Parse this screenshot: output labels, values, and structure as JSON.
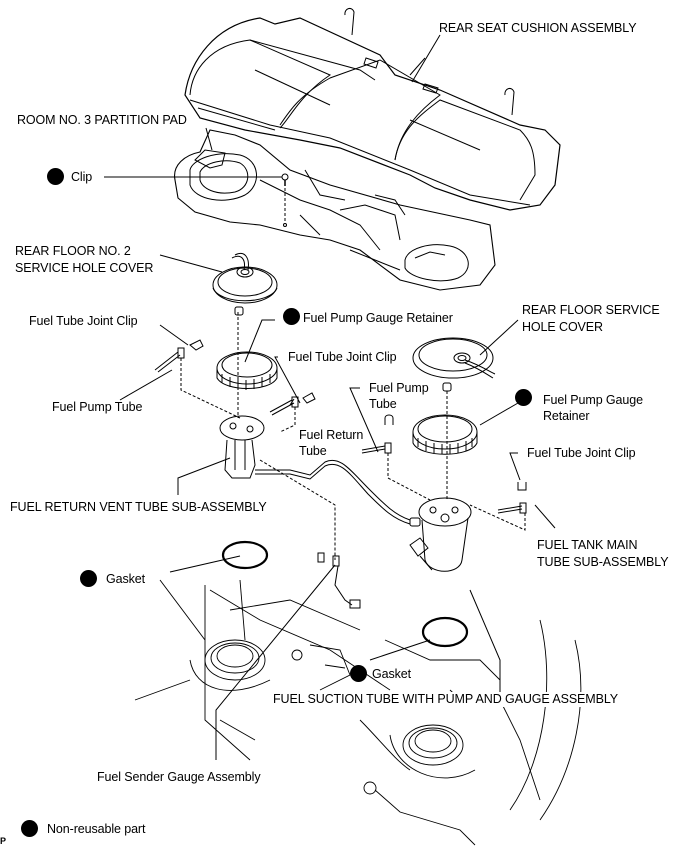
{
  "diagram": {
    "type": "exploded-parts-view",
    "subject": "Fuel suction tube / fuel pump and gauge assembly removal",
    "colors": {
      "line": "#000000",
      "background": "#ffffff"
    },
    "labels": {
      "rear_seat_cushion": "REAR SEAT CUSHION ASSEMBLY",
      "room_partition_pad": "ROOM NO. 3 PARTITION PAD",
      "clip": "Clip",
      "rear_floor_no2_cover_line1": "REAR FLOOR NO. 2",
      "rear_floor_no2_cover_line2": "SERVICE HOLE COVER",
      "fuel_tube_joint_clip_left": "Fuel Tube Joint Clip",
      "fuel_pump_gauge_retainer_left": "Fuel Pump Gauge Retainer",
      "rear_floor_cover_line1": "REAR FLOOR SERVICE",
      "rear_floor_cover_line2": "HOLE COVER",
      "fuel_tube_joint_clip_mid": "Fuel Tube Joint Clip",
      "fuel_pump_tube_left": "Fuel Pump Tube",
      "fuel_pump_tube_right_line1": "Fuel Pump",
      "fuel_pump_tube_right_line2": "Tube",
      "fuel_pump_gauge_retainer_right_line1": "Fuel Pump Gauge",
      "fuel_pump_gauge_retainer_right_line2": "Retainer",
      "fuel_return_tube_line1": "Fuel Return",
      "fuel_return_tube_line2": "Tube",
      "fuel_tube_joint_clip_right": "Fuel Tube Joint Clip",
      "fuel_return_vent_tube": "FUEL RETURN VENT TUBE SUB-ASSEMBLY",
      "fuel_tank_main_tube_line1": "FUEL TANK MAIN",
      "fuel_tank_main_tube_line2": "TUBE SUB-ASSEMBLY",
      "gasket_left": "Gasket",
      "gasket_right": "Gasket",
      "fuel_suction_tube": "FUEL SUCTION TUBE WITH PUMP AND GAUGE ASSEMBLY",
      "fuel_sender_gauge": "Fuel Sender Gauge Assembly"
    },
    "non_reusable_marked": [
      "Clip",
      "Fuel Pump Gauge Retainer (left)",
      "Fuel Pump Gauge Retainer (right)",
      "Gasket (left)",
      "Gasket (right)"
    ],
    "legend": {
      "symbol": "black-dot",
      "text": "Non-reusable part"
    },
    "corner_mark": "P"
  }
}
